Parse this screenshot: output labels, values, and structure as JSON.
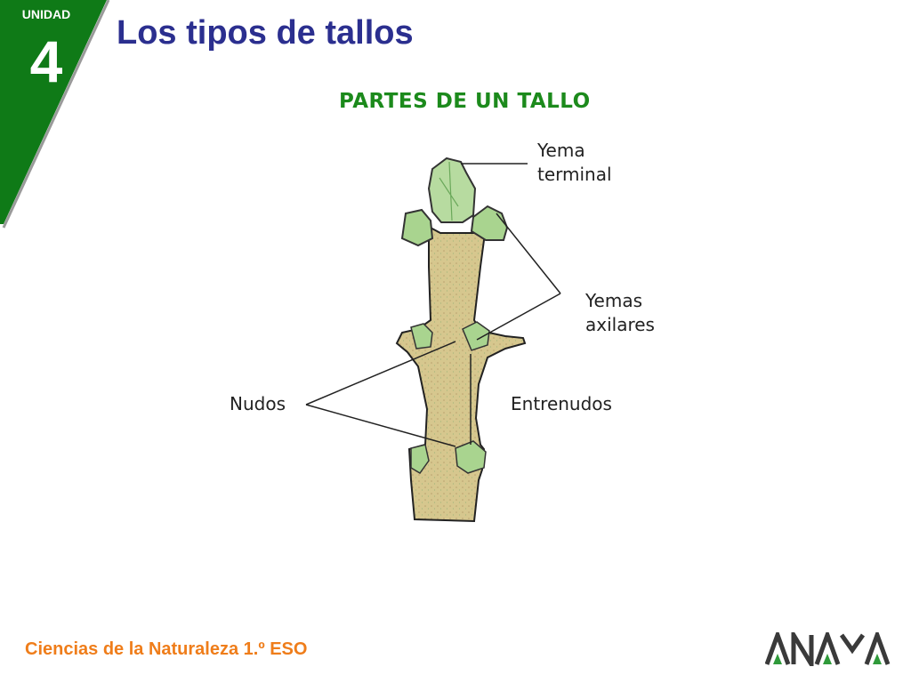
{
  "header": {
    "unit_label": "UNIDAD",
    "unit_number": "4",
    "title": "Los tipos de tallos"
  },
  "diagram": {
    "heading": "PARTES DE UN TALLO",
    "labels": {
      "terminal_bud": [
        "Yema",
        "terminal"
      ],
      "axillary_buds": [
        "Yemas",
        "axilares"
      ],
      "nodes": "Nudos",
      "internodes": "Entrenudos"
    }
  },
  "footer": {
    "course": "Ciencias de la Naturaleza 1.º ESO",
    "publisher_logo": "ANAYA"
  },
  "colors": {
    "badge_green": "#0f7a17",
    "title_blue": "#2b2f8f",
    "heading_green": "#1c8a1c",
    "footer_orange": "#ef7d1a",
    "stem_tan": "#d6c78e",
    "bud_green": "#a9d48f",
    "logo_gray": "#3a3a3a",
    "logo_green": "#2f9a3a"
  }
}
